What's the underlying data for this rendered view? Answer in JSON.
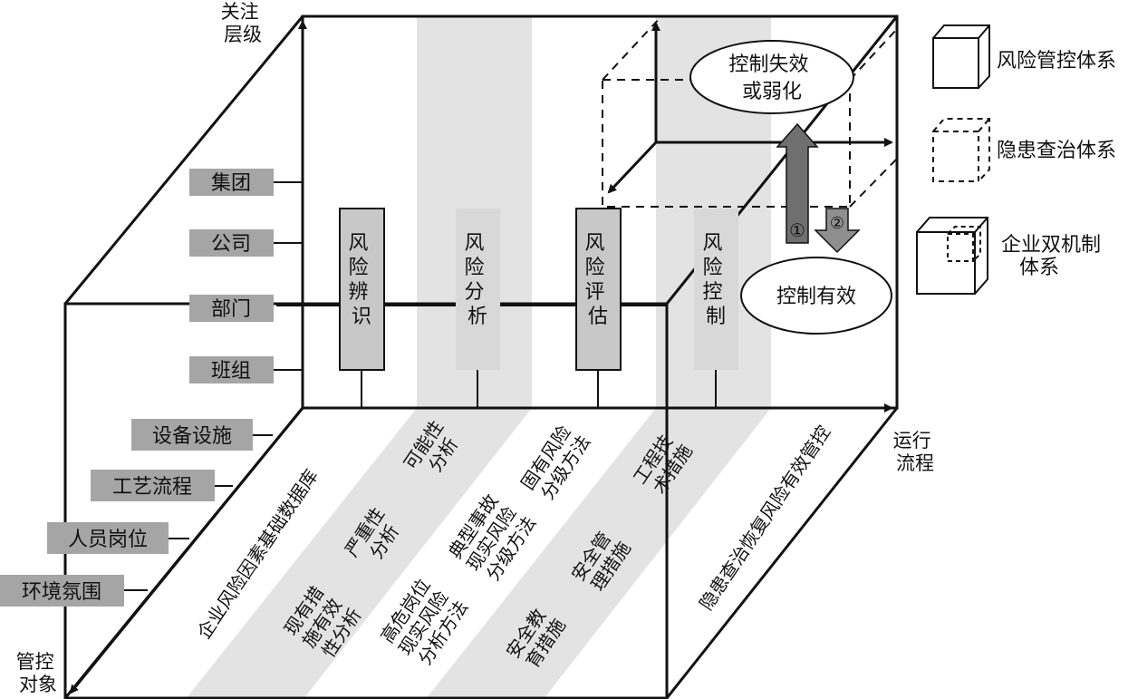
{
  "axes": {
    "vertical": [
      "关注",
      "层级"
    ],
    "horizontal": [
      "运行",
      "流程"
    ],
    "depth": [
      "管控",
      "对象"
    ]
  },
  "levels": [
    "集团",
    "公司",
    "部门",
    "班组"
  ],
  "objects": [
    "设备设施",
    "工艺流程",
    "人员岗位",
    "环境氛围"
  ],
  "process_columns": [
    [
      "风",
      "险",
      "辨",
      "识"
    ],
    [
      "风",
      "险",
      "分",
      "析"
    ],
    [
      "风",
      "险",
      "评",
      "估"
    ],
    [
      "风",
      "险",
      "控",
      "制"
    ]
  ],
  "floor_texts": {
    "database": "企业风险因素基础数据库",
    "possibility": [
      "可能性",
      "分析"
    ],
    "severity": [
      "严重性",
      "分析"
    ],
    "existing_measures": [
      "现有措",
      "施有效",
      "性分析"
    ],
    "inherent_risk": [
      "固有风险",
      "分级方法"
    ],
    "typical_accident": [
      "典型事故",
      "现实风险",
      "分级方法"
    ],
    "high_risk_post": [
      "高危岗位",
      "现实风险",
      "分析方法"
    ],
    "engineering": [
      "工程技",
      "术措施"
    ],
    "safety_management": [
      "安全管",
      "理措施"
    ],
    "safety_education": [
      "安全教",
      "育措施"
    ],
    "hazard_governance": "隐患查治恢复风险有效管控"
  },
  "ellipses": {
    "failure": [
      "控制失效",
      "或弱化"
    ],
    "effective": "控制有效"
  },
  "arrow_labels": {
    "up": "①",
    "down": "②"
  },
  "legend": {
    "risk_control": "风险管控体系",
    "hazard": "隐患查治体系",
    "dual": [
      "企业双机制",
      "体系"
    ]
  }
}
